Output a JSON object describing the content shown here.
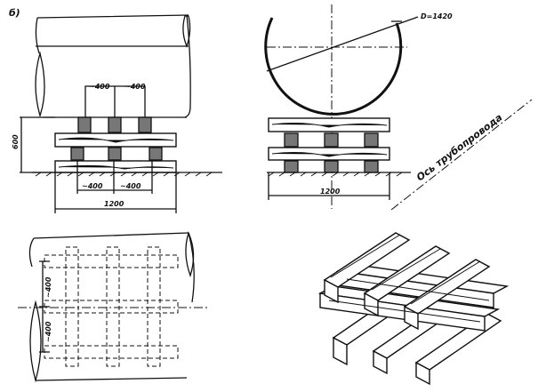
{
  "figure_label": "б)",
  "side_view": {
    "top_dims": [
      "~400",
      "~400"
    ],
    "height_dim": "600",
    "bottom_dims": [
      "~400",
      "~400"
    ],
    "width_dim": "1200"
  },
  "end_view": {
    "diameter_label": "D=1420",
    "width_dim": "1200"
  },
  "axis_label": "Ось трубопровода",
  "plan_view": {
    "dims": [
      "~400",
      "~400"
    ]
  }
}
